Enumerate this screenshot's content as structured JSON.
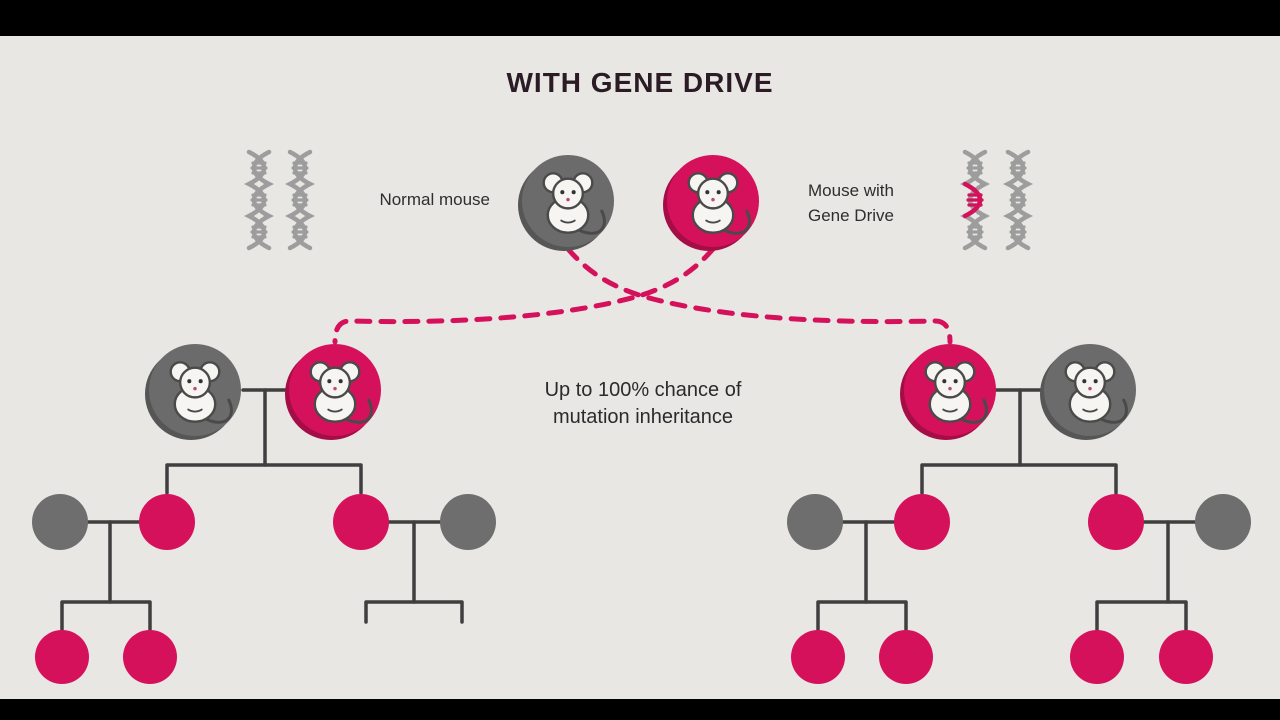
{
  "title": "WITH GENE DRIVE",
  "labels": {
    "normal_mouse": "Normal mouse",
    "mouse_with": "Mouse with",
    "gene_drive": "Gene Drive"
  },
  "note": {
    "line1": "Up to 100% chance of",
    "line2": "mutation inheritance"
  },
  "colors": {
    "background": "#e9e7e4",
    "letterbox": "#000000",
    "accent_pink": "#d6115c",
    "accent_pink_shadow": "#a50d47",
    "mouse_gray": "#6b6b6b",
    "mouse_gray_shadow": "#565656",
    "tree_line": "#3f3f3f",
    "dna_gray": "#9d9d9d",
    "title_text": "#2a1b24",
    "body_text": "#2e2e2e"
  },
  "icons": {
    "left": "dna-helix-icon",
    "right": "dna-helix-gene-drive-icon",
    "nodes": "mouse-icon"
  },
  "pedigree": {
    "generation1": [
      "normal-mouse",
      "gene-drive-mouse"
    ],
    "generation2_left": [
      "normal-mouse",
      "gene-drive-mouse"
    ],
    "generation2_right": [
      "gene-drive-mouse",
      "normal-mouse"
    ],
    "generation3_left": [
      "normal",
      "gene-drive",
      "gene-drive",
      "normal"
    ],
    "generation3_right": [
      "normal",
      "gene-drive",
      "gene-drive",
      "normal"
    ],
    "generation4_left": [
      "gene-drive",
      "gene-drive"
    ],
    "generation4_right": [
      "gene-drive",
      "gene-drive",
      "gene-drive",
      "gene-drive"
    ]
  }
}
